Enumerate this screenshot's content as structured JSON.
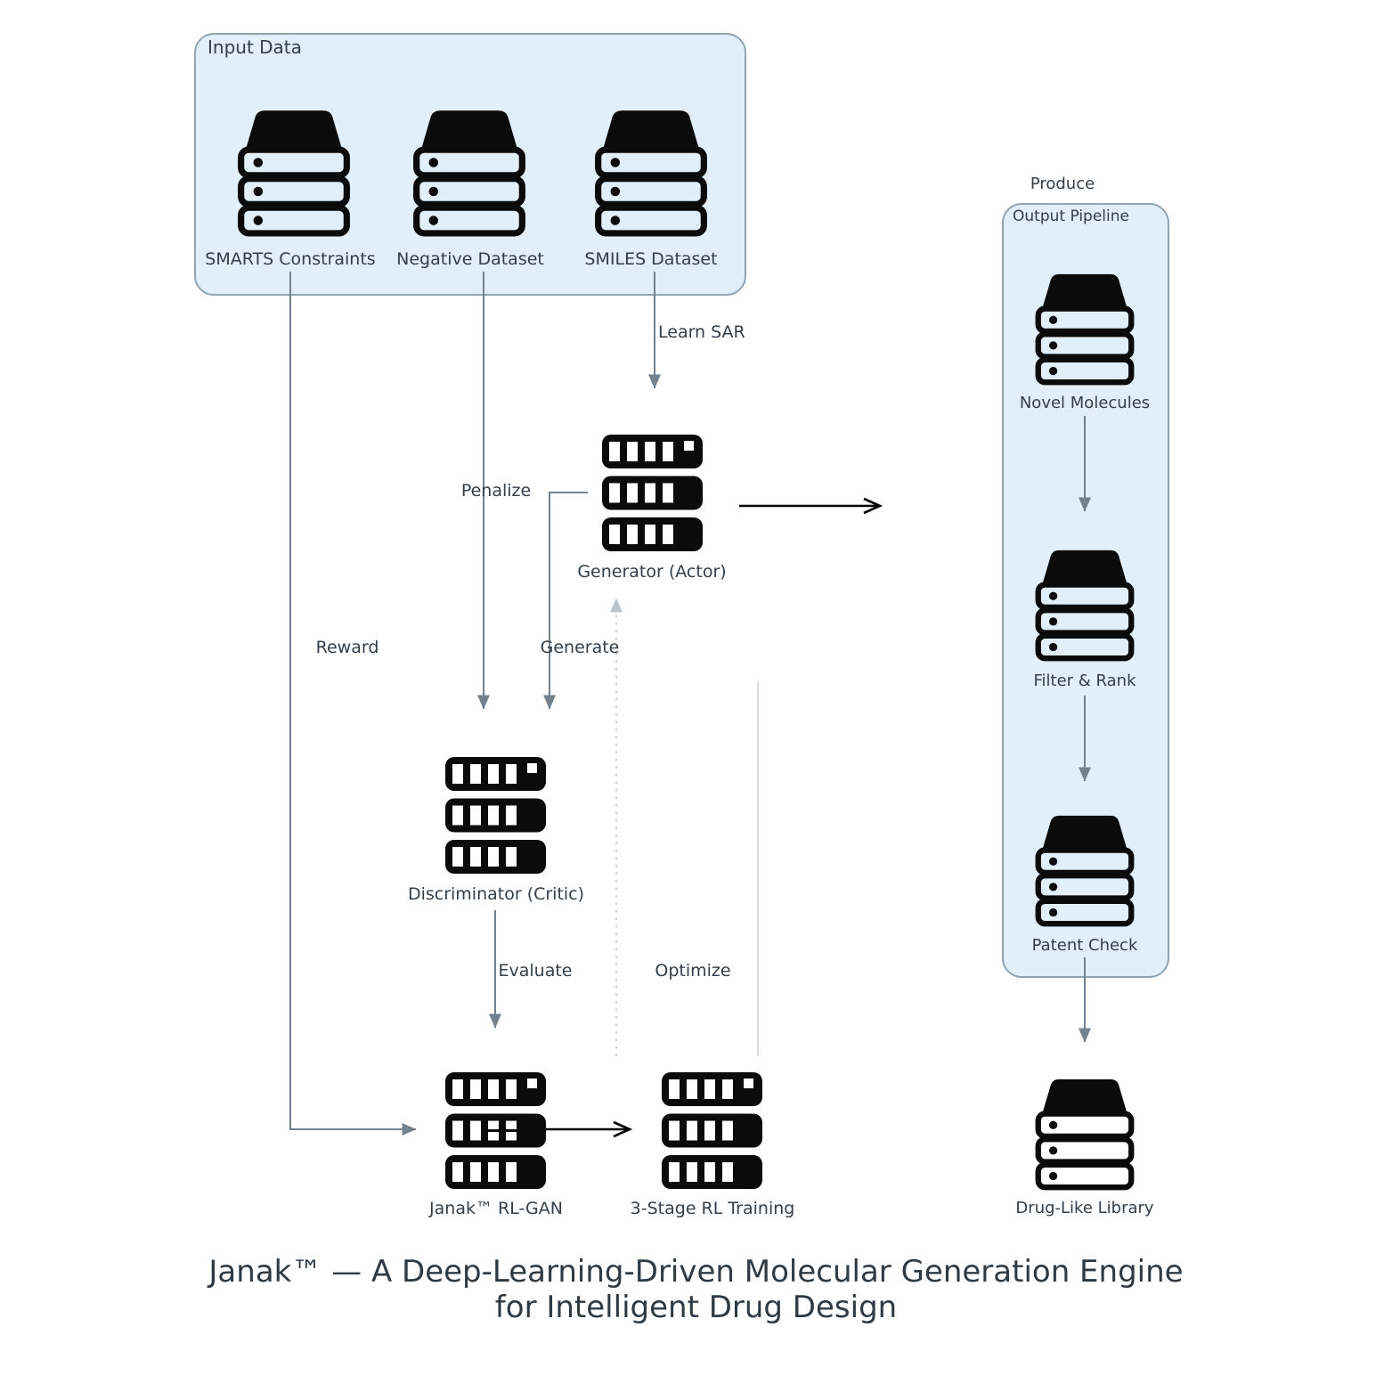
{
  "title": {
    "line1": "Janak™ — A Deep-Learning-Driven Molecular Generation Engine",
    "line2": "for Intelligent Drug Design"
  },
  "groups": {
    "input": {
      "label": "Input Data"
    },
    "output": {
      "label": "Output Pipeline"
    },
    "produce_label": "Produce"
  },
  "nodes": {
    "smarts": {
      "label": "SMARTS Constraints",
      "icon": "database-icon"
    },
    "negative": {
      "label": "Negative Dataset",
      "icon": "database-icon"
    },
    "smiles": {
      "label": "SMILES Dataset",
      "icon": "database-icon"
    },
    "generator": {
      "label": "Generator (Actor)",
      "icon": "server-icon"
    },
    "discriminator": {
      "label": "Discriminator (Critic)",
      "icon": "server-icon"
    },
    "rlgan": {
      "label": "Janak™ RL-GAN",
      "icon": "server-icon"
    },
    "training": {
      "label": "3-Stage RL Training",
      "icon": "server-icon"
    },
    "novel": {
      "label": "Novel Molecules",
      "icon": "database-icon"
    },
    "filter": {
      "label": "Filter & Rank",
      "icon": "database-icon"
    },
    "patent": {
      "label": "Patent Check",
      "icon": "database-icon"
    },
    "library": {
      "label": "Drug-Like Library",
      "icon": "database-icon"
    }
  },
  "edges": {
    "learn_sar": {
      "label": "Learn SAR"
    },
    "penalize": {
      "label": "Penalize"
    },
    "reward": {
      "label": "Reward"
    },
    "generate": {
      "label": "Generate"
    },
    "evaluate": {
      "label": "Evaluate"
    },
    "optimize": {
      "label": "Optimize"
    }
  },
  "colors": {
    "background": "#ffffff",
    "group_box_fill": "#e0effa",
    "group_box_border": "#8ea4b3",
    "edge_gray": "#72818e",
    "edge_dotted": "#c9ced3",
    "edge_faint": "#d8ded9",
    "edge_black": "#000000",
    "icon_black": "#0b0b0b",
    "label_text": "#333e48",
    "title_text": "#2f3a43"
  }
}
